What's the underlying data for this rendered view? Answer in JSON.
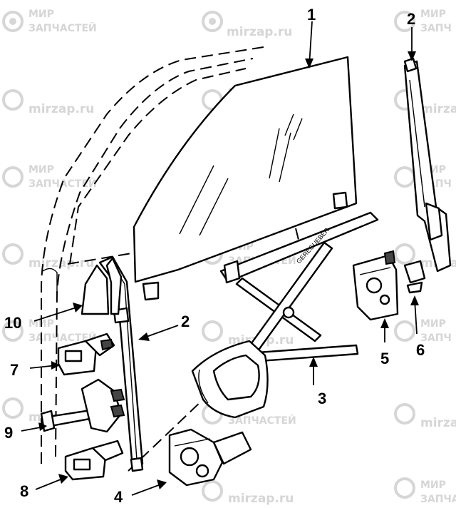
{
  "watermark": {
    "brand_line1": "МИР",
    "brand_line2": "ЗАПЧАСТЕЙ",
    "site": "mirzap.ru",
    "brand_short": "ЗАПЧ"
  },
  "labels": {
    "l1": "1",
    "l2_top": "2",
    "l2_mid": "2",
    "l3": "3",
    "l4": "4",
    "l5": "5",
    "l6": "6",
    "l7": "7",
    "l8": "8",
    "l9": "9",
    "l10": "10"
  },
  "colors": {
    "line": "#000000",
    "background": "#ffffff",
    "watermark": "#d6d6d6"
  }
}
